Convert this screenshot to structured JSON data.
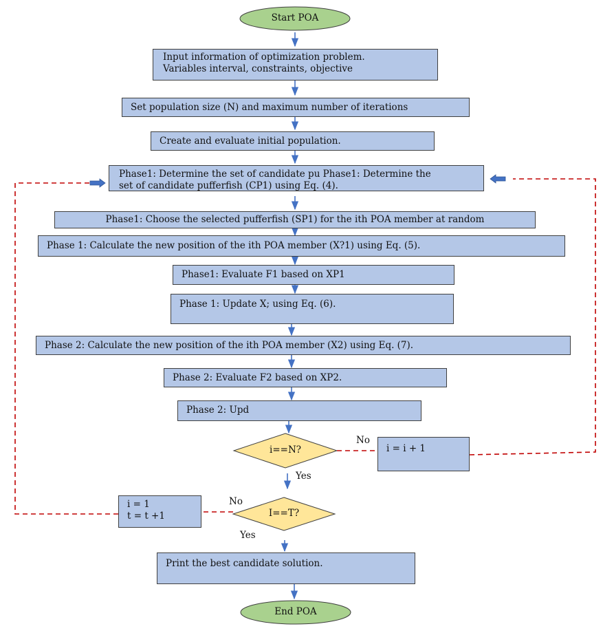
{
  "start": "Start POA",
  "end": "End POA",
  "steps": {
    "input_line1": "Input information of optimization problem.",
    "input_line2": "Variables interval, constraints, objective",
    "set_population": "Set population size (N) and maximum number of iterations",
    "create_population": "Create and evaluate initial population.",
    "phase1_determine_line1": "Phase1: Determine the set of candidate pu Phase1: Determine the",
    "phase1_determine_line2": "set of candidate pufferfish (CP1) using Eq. (4).",
    "phase1_choose": "Phase1: Choose the selected pufferfish (SP1) for the ith POA member at random",
    "phase1_calculate": "Phase 1: Calculate the new position of the ith POA member (X?1) using Eq. (5).",
    "phase1_evaluate": "Phase1: Evaluate F1 based on XP1",
    "phase1_update": "Phase 1: Update X; using Eq. (6).",
    "phase2_calculate": "Phase 2: Calculate the new position of the ith POA member (X2) using Eq. (7).",
    "phase2_evaluate": "Phase 2: Evaluate F2 based on XP2.",
    "phase2_update": "Phase 2: Upd",
    "print_best": "Print the best candidate solution."
  },
  "decisions": {
    "check_n": "i==N?",
    "check_t": "I==T?",
    "no_label": "No",
    "yes_label": "Yes"
  },
  "side": {
    "increment_i": "i = i + 1",
    "reset_i": "i = 1",
    "increment_t": "t = t +1"
  },
  "colors": {
    "terminal_fill": "#a9d18e",
    "process_fill": "#b4c7e7",
    "decision_fill": "#ffe699",
    "arrow": "#4472c4",
    "loop_line": "#c00000"
  }
}
